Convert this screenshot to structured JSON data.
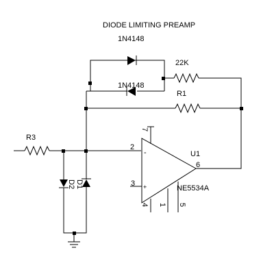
{
  "title": "DIODE LIMITING PREAMP",
  "labels": {
    "diode_top": "1N4148",
    "diode_bottom": "1N4148",
    "r_22k": "22K",
    "r1": "R1",
    "r3": "R3",
    "u1": "U1",
    "opamp_part": "NE5534A",
    "d2": "D2",
    "d1": "D1"
  },
  "pins": {
    "inv_input": "2",
    "noninv_input": "3",
    "output": "6",
    "pin7": "7",
    "pin4": "4",
    "pin1": "1",
    "pin5": "5",
    "minus": "-",
    "plus": "+"
  }
}
